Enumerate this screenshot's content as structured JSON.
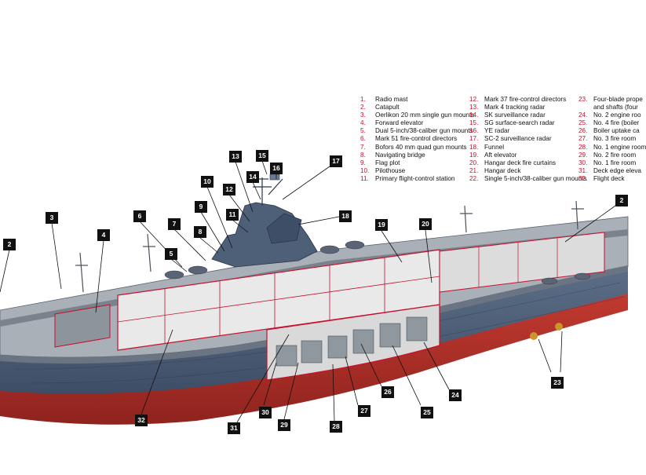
{
  "legend": [
    {
      "num": "1.",
      "label": "Radio mast"
    },
    {
      "num": "2.",
      "label": "Catapult"
    },
    {
      "num": "3.",
      "label": "Oerlikon 20 mm single gun mounts"
    },
    {
      "num": "4.",
      "label": "Forward elevator"
    },
    {
      "num": "5.",
      "label": "Dual 5-inch/38-caliber gun mounts"
    },
    {
      "num": "6.",
      "label": "Mark 51 fire-control directors"
    },
    {
      "num": "7.",
      "label": "Bofors 40 mm quad gun mounts"
    },
    {
      "num": "8.",
      "label": "Navigating bridge"
    },
    {
      "num": "9.",
      "label": "Flag plot"
    },
    {
      "num": "10.",
      "label": "Pilothouse"
    },
    {
      "num": "11.",
      "label": "Primary flight-control station"
    },
    {
      "num": "12.",
      "label": "Mark 37 fire-control directors"
    },
    {
      "num": "13.",
      "label": "Mark 4 tracking radar"
    },
    {
      "num": "14.",
      "label": "SK surveillance radar"
    },
    {
      "num": "15.",
      "label": "SG surface-search radar"
    },
    {
      "num": "16.",
      "label": "YE radar"
    },
    {
      "num": "17.",
      "label": "SC-2 surveillance radar"
    },
    {
      "num": "18.",
      "label": "Funnel"
    },
    {
      "num": "19.",
      "label": "Aft elevator"
    },
    {
      "num": "20.",
      "label": "Hangar deck fire curtains"
    },
    {
      "num": "21.",
      "label": "Hangar deck"
    },
    {
      "num": "22.",
      "label": "Single 5-inch/38-caliber gun mounts"
    },
    {
      "num": "23.",
      "label": "Four-blade prope"
    },
    {
      "num": "",
      "label": "and shafts (four"
    },
    {
      "num": "24.",
      "label": "No. 2 engine roo"
    },
    {
      "num": "25.",
      "label": "No. 4 fire (boiler"
    },
    {
      "num": "26.",
      "label": "Boiler uptake ca"
    },
    {
      "num": "27.",
      "label": "No. 3 fire room"
    },
    {
      "num": "28.",
      "label": "No. 1 engine room"
    },
    {
      "num": "29.",
      "label": "No. 2 fire room"
    },
    {
      "num": "30.",
      "label": "No. 1 fire room"
    },
    {
      "num": "31.",
      "label": "Deck edge eleva"
    },
    {
      "num": "32.",
      "label": "Flight deck"
    }
  ],
  "callouts": [
    "2",
    "3",
    "4",
    "5",
    "6",
    "7",
    "8",
    "9",
    "10",
    "11",
    "12",
    "13",
    "14",
    "15",
    "16",
    "17",
    "18",
    "19",
    "20",
    "2",
    "23",
    "24",
    "25",
    "26",
    "27",
    "28",
    "29",
    "30",
    "31",
    "32"
  ],
  "colors": {
    "hull_gray": "#4d5f78",
    "hull_red": "#b8302a",
    "deck_gray": "#a9b0b8",
    "interior_red": "#c8102e",
    "legend_number_red": "#c8102e",
    "callout_black": "#111111"
  }
}
